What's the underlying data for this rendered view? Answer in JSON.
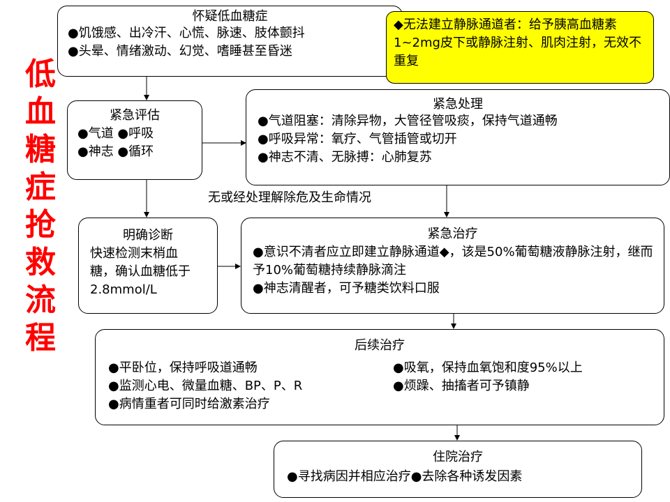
{
  "side_title": [
    "低",
    "血",
    "糖",
    "症",
    "抢",
    "救",
    "流",
    "程"
  ],
  "suspect": {
    "title": "怀疑低血糖症",
    "lines": [
      "●饥饿感、出冷汗、心慌、脉速、肢体颤抖",
      "●头晕、情绪激动、幻觉、嗜睡甚至昏迷"
    ]
  },
  "no_iv": {
    "text": "◆无法建立静脉通道者：给予胰高血糖素1~2mg皮下或静脉注射、肌肉注射，无效不重复"
  },
  "assess": {
    "title": "紧急评估",
    "lines": [
      "●气道 ●呼吸",
      "●神志 ●循环"
    ]
  },
  "emergency_handle": {
    "title": "紧急处理",
    "lines": [
      "●气道阻塞：清除异物，大管径管吸痰，保持气道通畅",
      "●呼吸异常：氧疗、气管插管或切开",
      "●神志不清、无脉搏：心肺复苏"
    ]
  },
  "condition_note": "无或经处理解除危及生命情况",
  "diagnosis": {
    "title": "明确诊断",
    "text": "快速检测末梢血糖，确认血糖低于2.8mmol/L"
  },
  "emergency_treat": {
    "title": "紧急治疗",
    "lines": [
      "●意识不清者应立即建立静脉通道◆，该是50%葡萄糖液静脉注射，继而予10%葡萄糖持续静脉滴注",
      "●神志清醒者，可予糖类饮料口服"
    ]
  },
  "followup": {
    "title": "后续治疗",
    "left": [
      "●平卧位，保持呼吸道通畅",
      "●监测心电、微量血糖、BP、P、R",
      "●病情重者可同时给激素治疗"
    ],
    "right": [
      "●吸氧，保持血氧饱和度95%以上",
      "●烦躁、抽搐者可予镇静"
    ]
  },
  "hospital": {
    "title": "住院治疗",
    "line": "●寻找病因并相应治疗●去除各种诱发因素"
  },
  "colors": {
    "title_red": "#ff0000",
    "highlight_yellow": "#ffff00"
  }
}
